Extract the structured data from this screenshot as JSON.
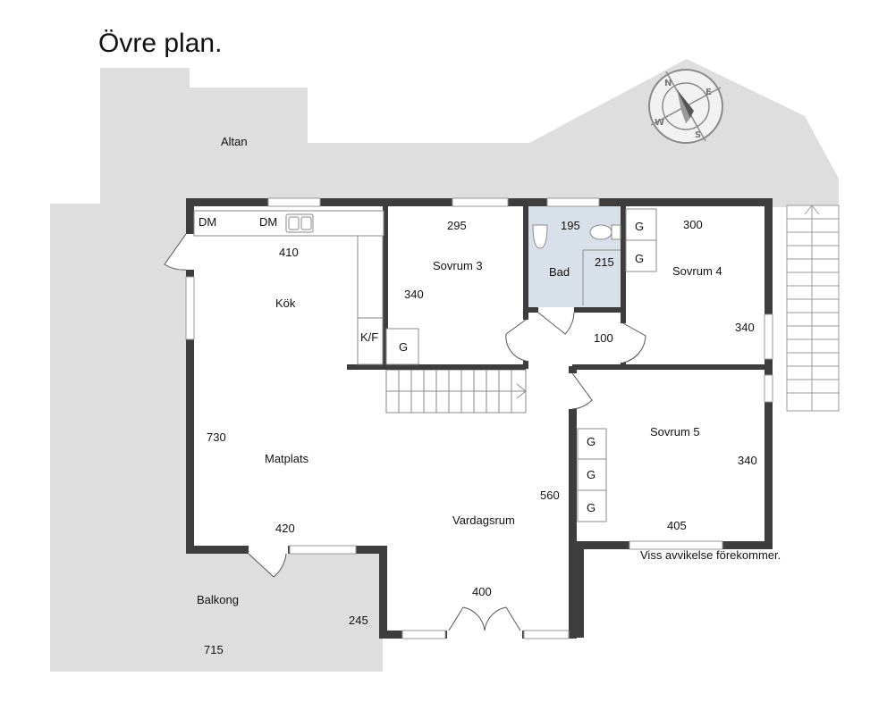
{
  "title": "Övre plan.",
  "colors": {
    "outdoor": "#dedede",
    "wall": "#3d3d3d",
    "bathroom": "#d8e1ea",
    "window": "#ffffff",
    "compass": "#8a8a8a"
  },
  "compass": {
    "n": "N",
    "e": "E",
    "s": "S",
    "w": "W"
  },
  "areas": {
    "altan": "Altan",
    "balkong": "Balkong"
  },
  "rooms": {
    "kok": "Kök",
    "matplats": "Matplats",
    "vardagsrum": "Vardagsrum",
    "sovrum3": "Sovrum 3",
    "bad": "Bad",
    "sovrum4": "Sovrum 4",
    "sovrum5": "Sovrum 5"
  },
  "fixtures": {
    "dm1": "DM",
    "dm2": "DM",
    "kf": "K/F",
    "g": "G"
  },
  "dimensions": {
    "kok_width": "410",
    "matplats_height": "730",
    "matplats_width": "420",
    "sovrum3_width": "295",
    "sovrum3_height": "340",
    "bad_width": "195",
    "bad_height": "215",
    "hall_width": "100",
    "sovrum4_width": "300",
    "sovrum4_height": "340",
    "vardagsrum_height": "560",
    "vardagsrum_width": "400",
    "sovrum5_height": "340",
    "sovrum5_width": "405",
    "balkong_height": "245",
    "balkong_width": "715"
  },
  "disclaimer": "Viss avvikelse förekommer."
}
